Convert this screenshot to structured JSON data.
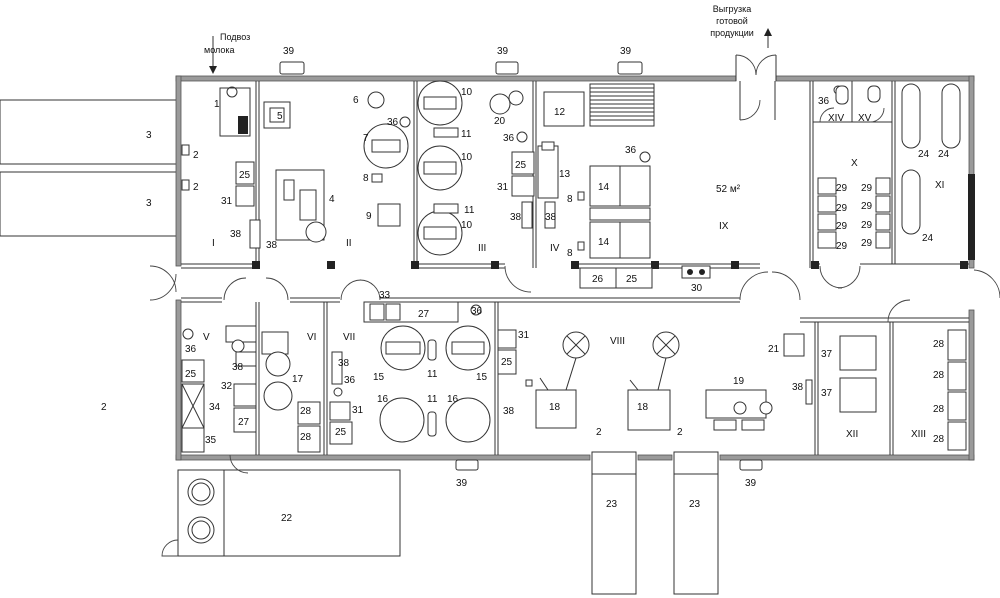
{
  "labels": {
    "milk_intake": [
      "Подвоз",
      "молока"
    ],
    "export": [
      "Выгрузка",
      "готовой",
      "продукции"
    ],
    "area": "52 м²"
  },
  "rooms": [
    "I",
    "II",
    "III",
    "IV",
    "V",
    "VI",
    "VII",
    "VIII",
    "IX",
    "X",
    "XI",
    "XII",
    "XIII",
    "XIV",
    "XV"
  ],
  "items": {
    "n1": "1",
    "n2": "2",
    "n3": "3",
    "n4": "4",
    "n5": "5",
    "n6": "6",
    "n7": "7",
    "n8": "8",
    "n9": "9",
    "n10": "10",
    "n11": "11",
    "n12": "12",
    "n13": "13",
    "n14": "14",
    "n15": "15",
    "n16": "16",
    "n17": "17",
    "n18": "18",
    "n19": "19",
    "n20": "20",
    "n21": "21",
    "n22": "22",
    "n23": "23",
    "n24": "24",
    "n25": "25",
    "n26": "26",
    "n27": "27",
    "n28": "28",
    "n29": "29",
    "n30": "30",
    "n31": "31",
    "n32": "32",
    "n33": "33",
    "n34": "34",
    "n35": "35",
    "n36": "36",
    "n37": "37",
    "n38": "38",
    "n39": "39"
  }
}
